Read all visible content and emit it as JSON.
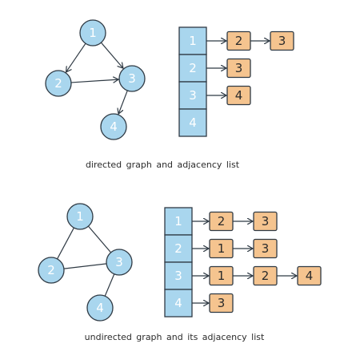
{
  "colors": {
    "node_fill": "#a9d6ee",
    "cell_fill": "#a9d6ee",
    "list_fill": "#f5c48f",
    "stroke": "#2f3a44",
    "caption": "#2b2b2b"
  },
  "directed": {
    "caption": "directed graph and adjacency list",
    "nodes": [
      {
        "id": "1",
        "label": "1"
      },
      {
        "id": "2",
        "label": "2"
      },
      {
        "id": "3",
        "label": "3"
      },
      {
        "id": "4",
        "label": "4"
      }
    ],
    "edges": [
      {
        "from": "1",
        "to": "2"
      },
      {
        "from": "1",
        "to": "3"
      },
      {
        "from": "2",
        "to": "3"
      },
      {
        "from": "3",
        "to": "4"
      }
    ],
    "list": [
      {
        "label": "1",
        "neighbors": [
          "2",
          "3"
        ]
      },
      {
        "label": "2",
        "neighbors": [
          "3"
        ]
      },
      {
        "label": "3",
        "neighbors": [
          "4"
        ]
      },
      {
        "label": "4",
        "neighbors": []
      }
    ]
  },
  "undirected": {
    "caption": "undirected graph and its adjacency list",
    "nodes": [
      {
        "id": "1",
        "label": "1"
      },
      {
        "id": "2",
        "label": "2"
      },
      {
        "id": "3",
        "label": "3"
      },
      {
        "id": "4",
        "label": "4"
      }
    ],
    "edges": [
      {
        "from": "1",
        "to": "2"
      },
      {
        "from": "1",
        "to": "3"
      },
      {
        "from": "2",
        "to": "3"
      },
      {
        "from": "3",
        "to": "4"
      }
    ],
    "list": [
      {
        "label": "1",
        "neighbors": [
          "2",
          "3"
        ]
      },
      {
        "label": "2",
        "neighbors": [
          "1",
          "3"
        ]
      },
      {
        "label": "3",
        "neighbors": [
          "1",
          "2",
          "4"
        ]
      },
      {
        "label": "4",
        "neighbors": [
          "3"
        ]
      }
    ]
  }
}
